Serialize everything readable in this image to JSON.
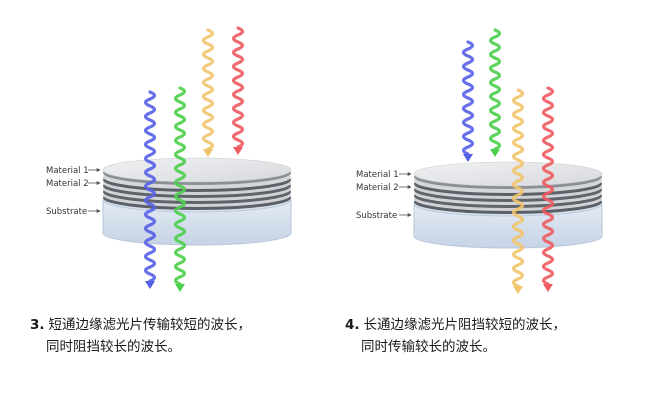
{
  "panels": [
    {
      "id": "short-pass",
      "labels": {
        "material1": "Material 1",
        "material2": "Material 2",
        "substrate": "Substrate"
      },
      "caption": {
        "number": "3.",
        "line1": "短通边缘滤光片传输较短的波长，",
        "line2": "同时阻挡较长的波长。"
      },
      "waves": [
        {
          "color": "#5560e6",
          "transmitted": true
        },
        {
          "color": "#4ccf4c",
          "transmitted": true
        },
        {
          "color": "#f2c46a",
          "transmitted": false
        },
        {
          "color": "#ee5b60",
          "transmitted": false
        }
      ]
    },
    {
      "id": "long-pass",
      "labels": {
        "material1": "Material 1",
        "material2": "Material 2",
        "substrate": "Substrate"
      },
      "caption": {
        "number": "4.",
        "line1": "长通边缘滤光片阻挡较短的波长，",
        "line2": "同时传输较长的波长。"
      },
      "waves": [
        {
          "color": "#5560e6",
          "transmitted": false
        },
        {
          "color": "#4ccf4c",
          "transmitted": false
        },
        {
          "color": "#f2c46a",
          "transmitted": true
        },
        {
          "color": "#ee5b60",
          "transmitted": true
        }
      ]
    }
  ]
}
